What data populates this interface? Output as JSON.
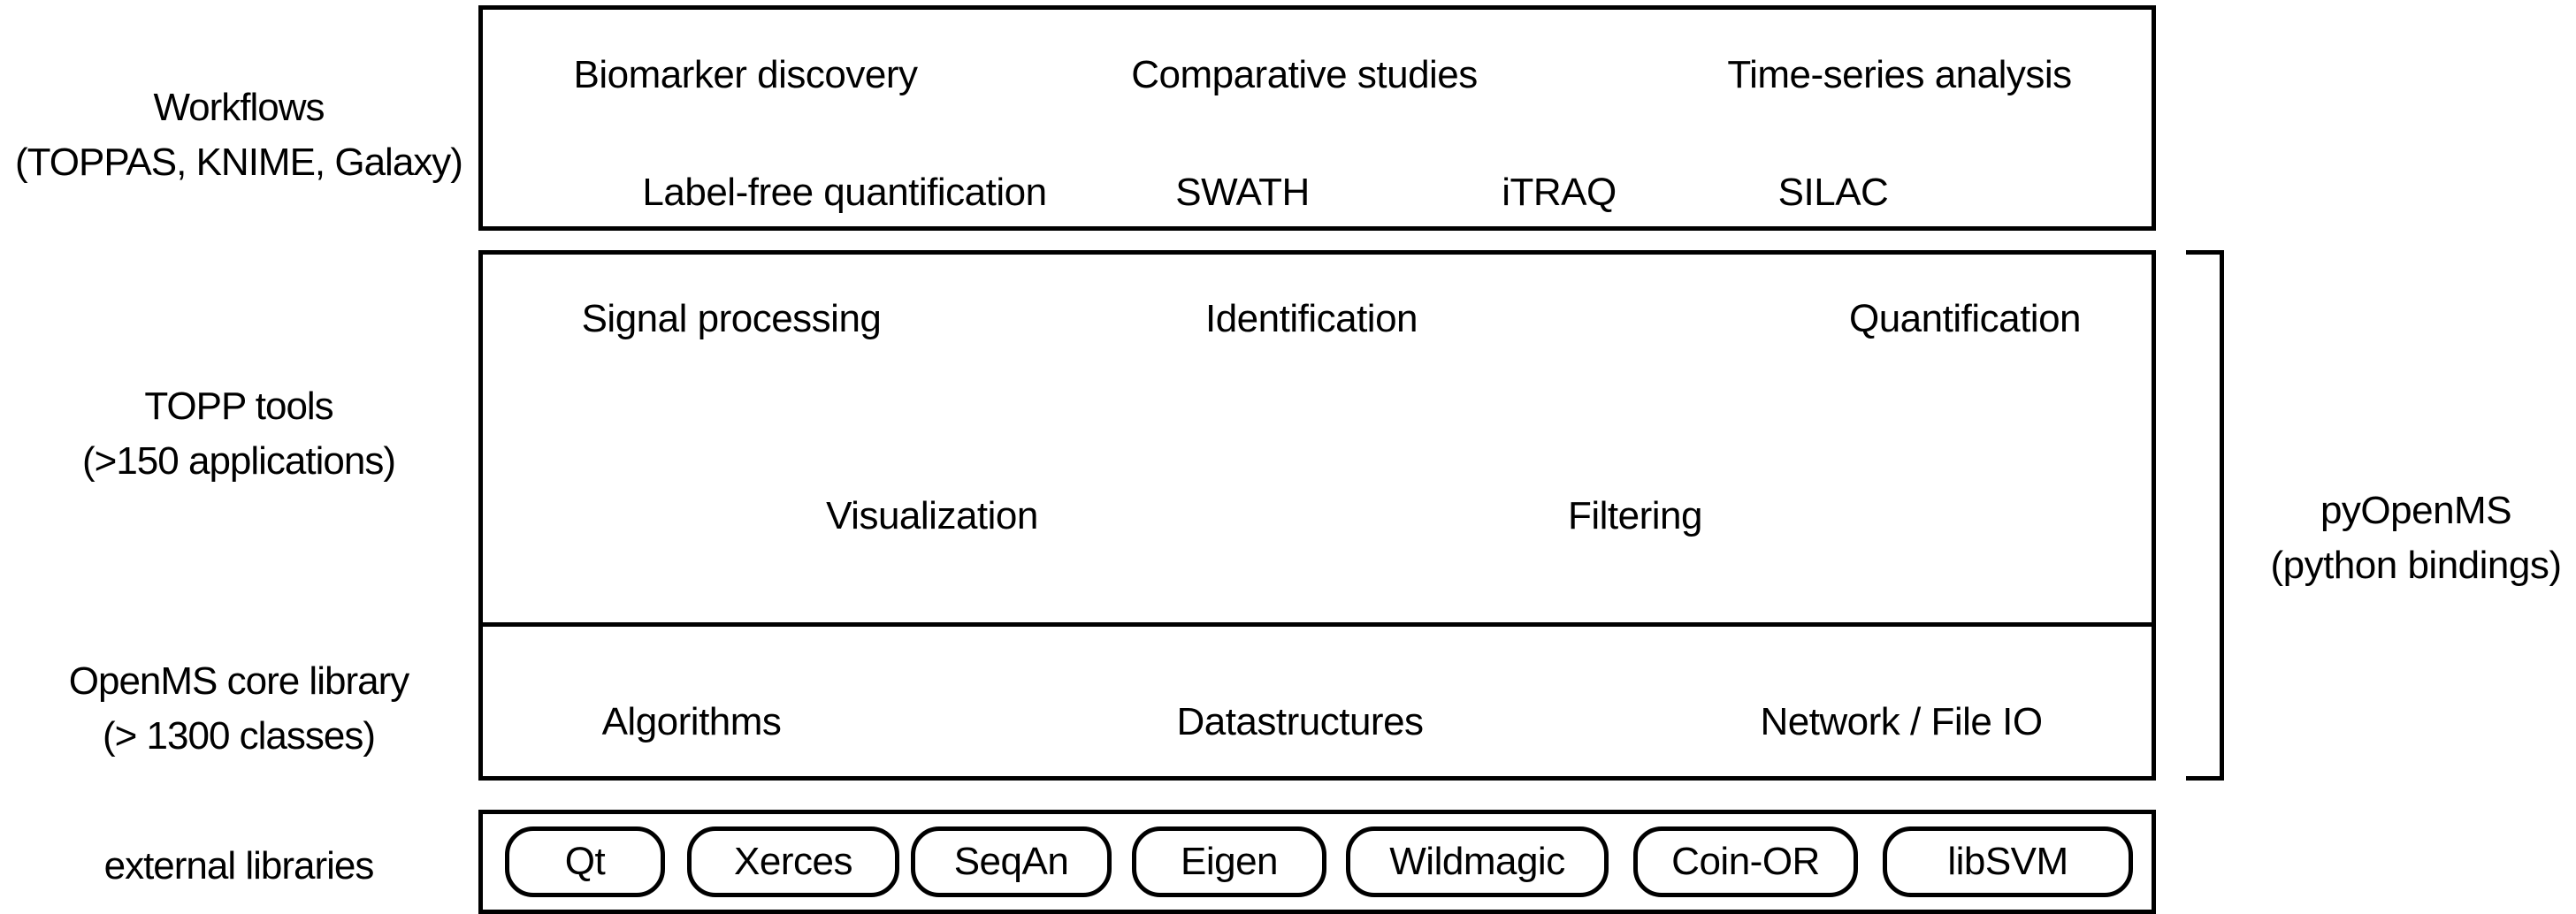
{
  "figure": {
    "colors": {
      "ink": "#000000",
      "background": "#ffffff"
    },
    "left_labels": {
      "workflows": {
        "line1": "Workflows",
        "line2": "(TOPPAS, KNIME, Galaxy)"
      },
      "topp": {
        "line1": "TOPP tools",
        "line2": "(>150 applications)"
      },
      "core": {
        "line1": "OpenMS core library",
        "line2": "(> 1300 classes)"
      },
      "external": {
        "line1": "external libraries"
      }
    },
    "workflows_box": {
      "row1": [
        "Biomarker discovery",
        "Comparative studies",
        "Time-series analysis"
      ],
      "row2": [
        "Label-free quantification",
        "SWATH",
        "iTRAQ",
        "SILAC"
      ]
    },
    "topp_box": {
      "row1": [
        "Signal processing",
        "Identification",
        "Quantification"
      ],
      "row2": [
        "Visualization",
        "Filtering"
      ]
    },
    "core_box": {
      "row": [
        "Algorithms",
        "Datastructures",
        "Network / File IO"
      ]
    },
    "external_box": {
      "pills": [
        "Qt",
        "Xerces",
        "SeqAn",
        "Eigen",
        "Wildmagic",
        "Coin-OR",
        "libSVM"
      ]
    },
    "bracket_label": {
      "line1": "pyOpenMS",
      "line2": "(python bindings)"
    }
  }
}
